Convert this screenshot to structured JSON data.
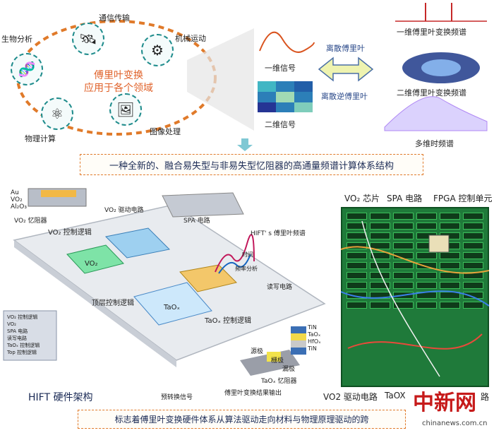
{
  "top": {
    "oval_title": [
      "傅里叶变换",
      "应用于各个领域"
    ],
    "domains": [
      "通信传输",
      "生物分析",
      "机械运动",
      "物理计算",
      "图像处理"
    ],
    "signals": [
      "一维信号",
      "二维信号"
    ],
    "arrows": [
      "离散傅里叶",
      "离散逆傅里叶"
    ],
    "spectra": [
      "一维傅里叶变换频谱",
      "二维傅里叶变换频谱",
      "多维时频谱"
    ]
  },
  "banner_top": "一种全新的、融合易失型与非易失型忆阻器的高通量频谱计算体系结构",
  "arch": {
    "stack": [
      "Au",
      "VO₂",
      "Al₂O₃"
    ],
    "vo2_memristor": "VO₂ 忆阻器",
    "vo2_drive": "VO₂ 驱动电路",
    "spa": "SPA 电路",
    "hift_spectrum": "HIFT' s 傅里叶频谱",
    "time": "时间",
    "freq": "频率分析",
    "rw": "读写电路",
    "vo2_logic": "VO₂ 控制逻辑",
    "vo2": "VO₂",
    "top_logic": "顶层控制逻辑",
    "tao_logic": "TaOₓ 控制逻辑",
    "tao": "TaOₓ",
    "tao_stack": [
      "TiN",
      "TaOₓ",
      "HfOₓ",
      "TiN"
    ],
    "source": "源极",
    "gate": "栅极",
    "drain": "漏极",
    "tao_memristor": "TaOₓ 忆阻器",
    "preconv": "预转换信号",
    "output": "傅里叶变换结果输出",
    "mini": [
      "VO₂ 控制逻辑",
      "VO₂",
      "SPA 电路",
      "读写电路",
      "TaOₓ 控制逻辑",
      "Top 控制逻辑"
    ],
    "title": "HIFT 硬件架构"
  },
  "board": {
    "labels": [
      "VO₂ 芯片",
      "SPA 电路",
      "FPGA 控制单元"
    ],
    "bottom": [
      "VO2 驱动电路",
      "TaOX",
      "路"
    ]
  },
  "banner_bottom": "标志着傅里叶变换硬件体系从算法驱动走向材料与物理原理驱动的跨",
  "watermark": {
    "cn": "中新网",
    "url": "chinanews.com.cn"
  },
  "colors": {
    "accent_orange": "#e07a2a",
    "teal": "#1f8c8c",
    "board_green": "#1f7a3a"
  }
}
